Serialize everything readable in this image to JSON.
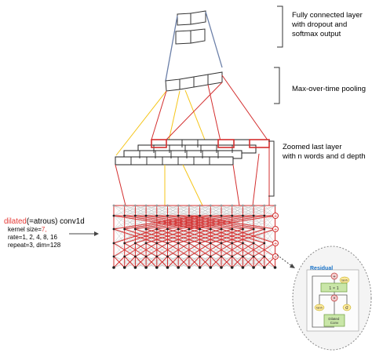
{
  "annotations": {
    "fc": "Fully connected layer\nwith dropout and\nsoftmax output",
    "pool": "Max-over-time pooling",
    "zoom": "Zoomed last layer\nwith n words and d depth"
  },
  "conv": {
    "prefix": "dilated",
    "suffix": "(=atrous) conv1d",
    "kernel_label": "kernel size=",
    "kernel_value": "7,",
    "rate": "rate=1, 2, 4, 8, 16",
    "repeat": "repeat=3, dim=128"
  },
  "residual": {
    "title": "Residual",
    "plus": "+",
    "tanh_top": "tanh",
    "conv1x1": "1 × 1",
    "times": "×",
    "tanh_left": "tanh",
    "sigma": "σ",
    "dilated": "Dilated\nConv"
  },
  "colors": {
    "red": "#d32f2f",
    "yellow": "#f5c518",
    "blue_gray": "#6b7fa8",
    "residual_green": "#c9e6a8",
    "residual_bg": "#f4f4f4"
  }
}
